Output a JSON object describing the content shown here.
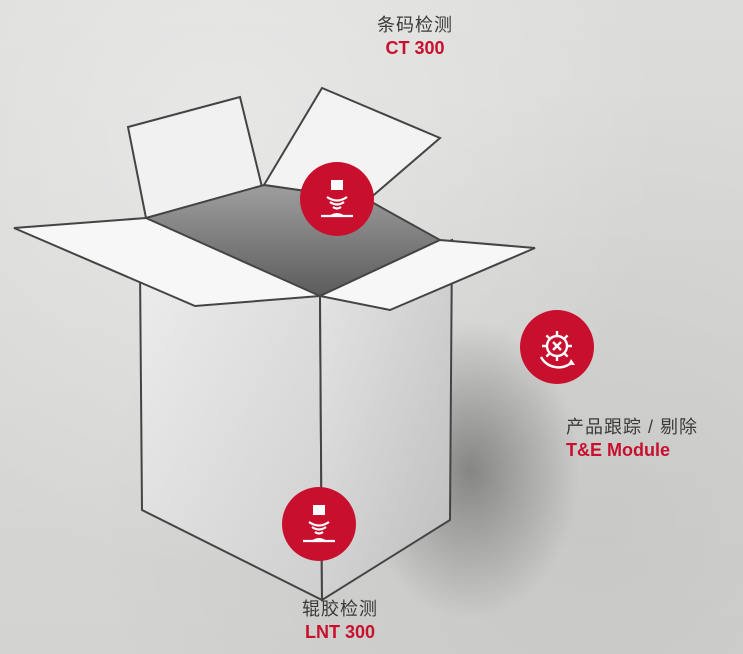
{
  "labels": {
    "top": {
      "cn": "条码检测",
      "model": "CT 300"
    },
    "right": {
      "cn": "产品跟踪 / 剔除",
      "model": "T&E Module"
    },
    "bottom": {
      "cn": "辊胶检测",
      "model": "LNT 300"
    }
  },
  "colors": {
    "accent": "#c8102e",
    "text": "#3a3a3a",
    "background": "#d8d8d6"
  },
  "icons": {
    "top_badge": "sensor-icon",
    "right_badge": "gear-reject-icon",
    "bottom_badge": "sensor-icon"
  }
}
